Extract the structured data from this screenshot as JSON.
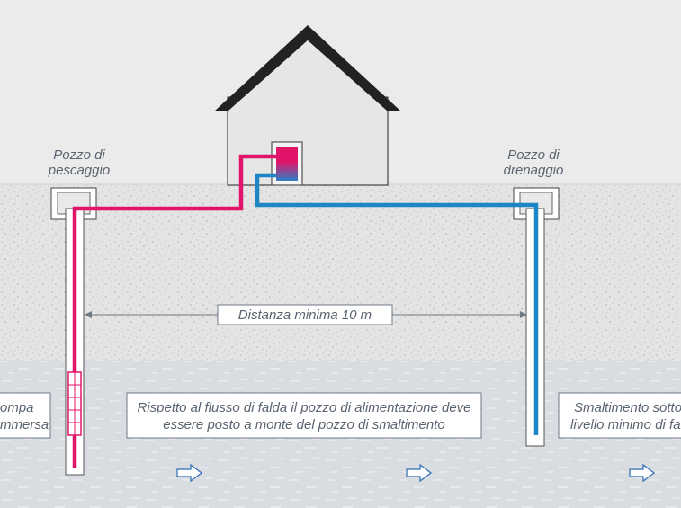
{
  "labels": {
    "supply_well": [
      "Pozzo di",
      "pescaggio"
    ],
    "drain_well": [
      "Pozzo di",
      "drenaggio"
    ],
    "distance": "Distanza minima 10 m",
    "pump": [
      "ompa",
      "mmersa"
    ],
    "flow_note": [
      "Rispetto al flusso di falda il pozzo di alimentazione deve",
      "essere posto a monte del pozzo di smaltimento"
    ],
    "disposal_note": [
      "Smaltimento sotto",
      "livello minimo di fal"
    ]
  },
  "colors": {
    "supply_pipe": "#e0156a",
    "return_pipe": "#1f86c6",
    "sky": "#ebebeb",
    "soil": "#e3e3e3",
    "water": "#d7dadf",
    "house": "#e8e8e8",
    "outline": "#222222",
    "arrow": "#2f6db5"
  },
  "icons": {
    "flow_arrow": "outline-right-arrow-icon"
  }
}
